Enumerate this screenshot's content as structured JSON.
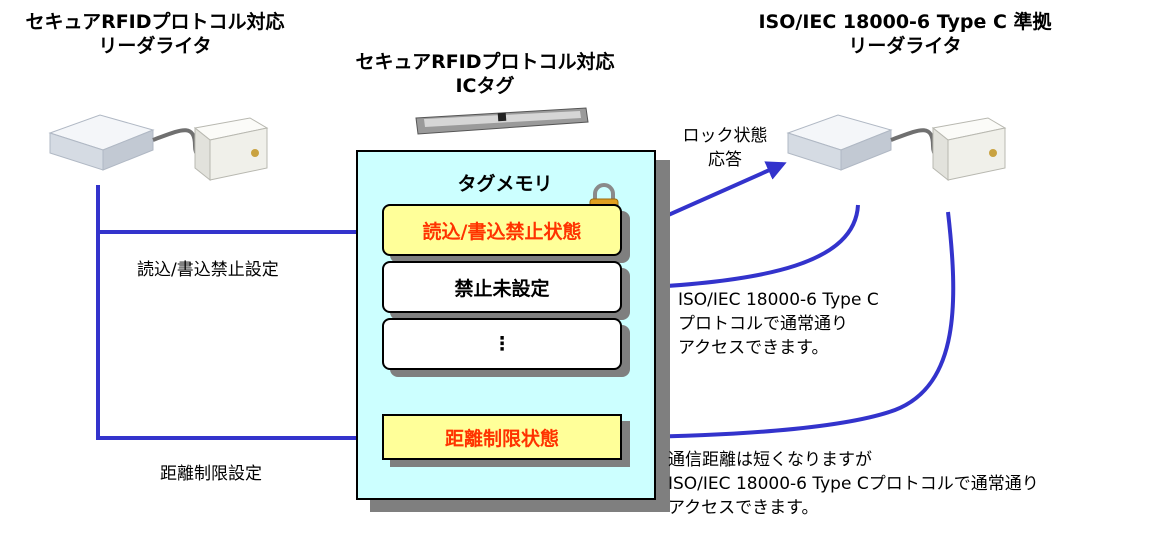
{
  "left_reader": {
    "title_line1": "セキュアRFIDプロトコル対応",
    "title_line2": "リーダライタ"
  },
  "right_reader": {
    "title_line1": "ISO/IEC 18000-6 Type C 準拠",
    "title_line2": "リーダライタ"
  },
  "tag": {
    "title_line1": "セキュアRFIDプロトコル対応",
    "title_line2": "ICタグ",
    "memory_label": "タグメモリ",
    "memory_slots": [
      "読込/書込禁止状態",
      "禁止未設定",
      "⋮"
    ],
    "distance_state": "距離制限状態"
  },
  "labels": {
    "rw_lock_setting": "読込/書込禁止設定",
    "distance_setting": "距離制限設定",
    "lock_response_line1": "ロック状態",
    "lock_response_line2": "応答",
    "normal_access_line1": "ISO/IEC 18000-6 Type C",
    "normal_access_line2": "プロトコルで通常通り",
    "normal_access_line3": "アクセスできます。",
    "distance_note_line1": "通信距離は短くなりますが",
    "distance_note_line2": "ISO/IEC 18000-6 Type Cプロトコルで通常通り",
    "distance_note_line3": "アクセスできます。"
  },
  "colors": {
    "arrow": "#3333cc",
    "tag_fill": "#ccffff",
    "locked_fill": "#ffff99",
    "locked_text": "#ff3300",
    "lock_icon": "#e0a020"
  },
  "icons": [
    "reader-writer-icon",
    "ic-tag-inlay-icon",
    "padlock-icon"
  ]
}
